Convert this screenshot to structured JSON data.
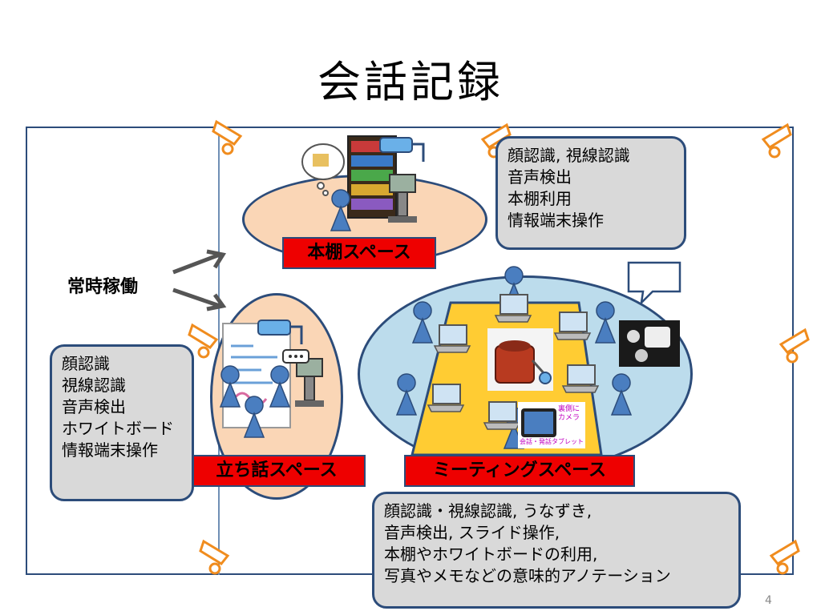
{
  "title": "会話記録",
  "always_on": "常時稼働",
  "spaces": {
    "bookshelf": "本棚スペース",
    "standing": "立ち話スペース",
    "meeting": "ミーティングスペース"
  },
  "callouts": {
    "bookshelf": [
      "顔認識, 視線認識",
      "音声検出",
      "本棚利用",
      "情報端末操作"
    ],
    "standing": [
      "顔認識",
      "視線認識",
      "音声検出",
      "ホワイトボード",
      "情報端末操作"
    ],
    "meeting": [
      "顔認識・視線認識, うなずき,",
      "音声検出, スライド操作,",
      "本棚やホワイトボードの利用,",
      "写真やメモなどの意味的アノテーション"
    ]
  },
  "tablet_note": [
    "裏側に",
    "カメラ"
  ],
  "tablet_caption": "会話・発話タブレット",
  "page_number": "4",
  "colors": {
    "frame": "#2c4c7a",
    "ellipse_peach": "#fad6b6",
    "ellipse_blue": "#bcdcec",
    "table_yellow": "#ffcc33",
    "label_red": "#ee0000",
    "callout_gray": "#d9d9d9",
    "person_blue": "#4a7ec0",
    "camera_orange": "#f08c1e"
  }
}
